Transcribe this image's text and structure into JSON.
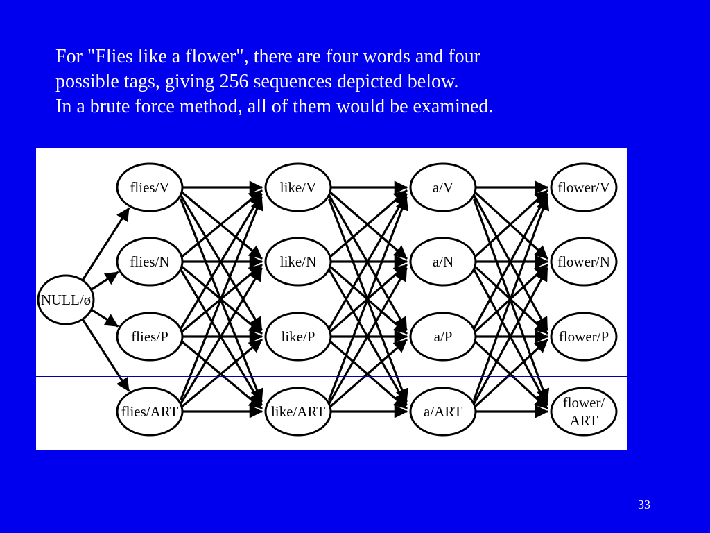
{
  "caption": {
    "line1": "For \"Flies like a flower\", there are four words and four",
    "line2": "possible tags, giving 256 sequences depicted below.",
    "line3": "In a brute force method, all of them would be examined."
  },
  "diagram": {
    "start_node": "NULL/ø",
    "columns": [
      {
        "word": "flies",
        "nodes": [
          "flies/V",
          "flies/N",
          "flies/P",
          "flies/ART"
        ]
      },
      {
        "word": "like",
        "nodes": [
          "like/V",
          "like/N",
          "like/P",
          "like/ART"
        ]
      },
      {
        "word": "a",
        "nodes": [
          "a/V",
          "a/N",
          "a/P",
          "a/ART"
        ]
      },
      {
        "word": "flower",
        "nodes": [
          "flower/V",
          "flower/N",
          "flower/P",
          "flower/ ART"
        ]
      }
    ]
  },
  "page_number": "33",
  "colors": {
    "background": "#0000ee",
    "text": "#ffffff",
    "panel": "#ffffff",
    "ink": "#000000"
  }
}
